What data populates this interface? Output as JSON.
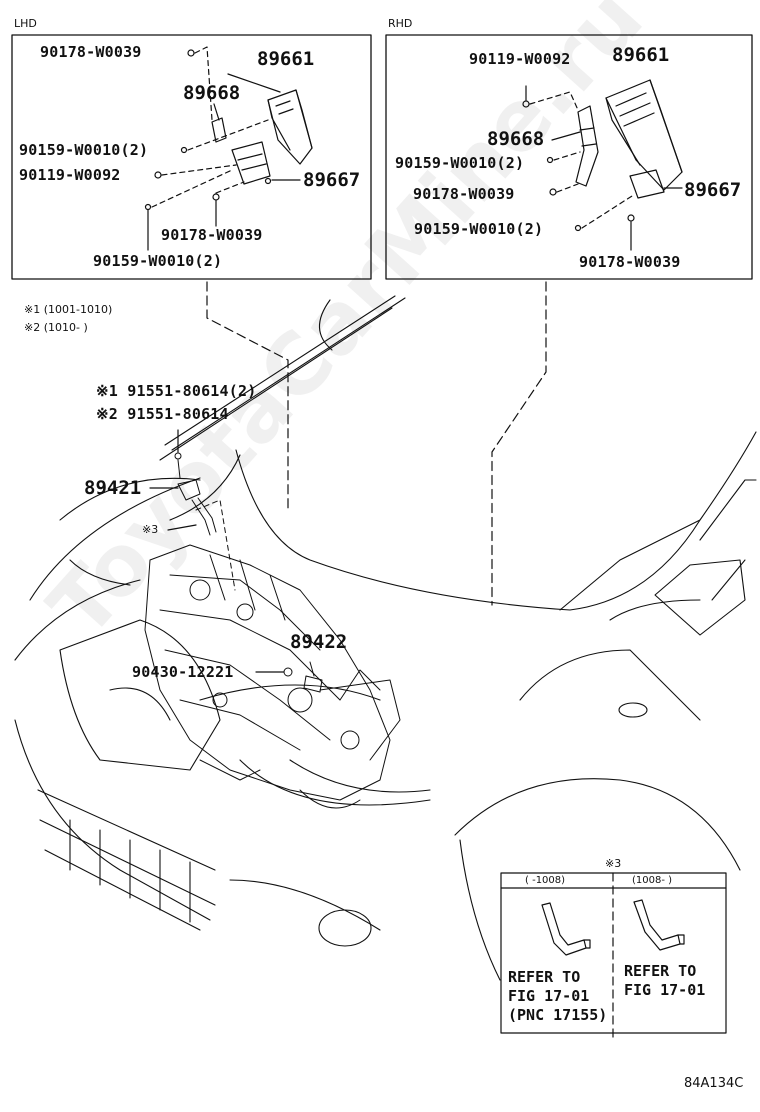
{
  "panels": {
    "lhd": {
      "title": "LHD",
      "labels": {
        "p90178_top": "90178-W0039",
        "p89661": "89661",
        "p89668": "89668",
        "p90159_a": "90159-W0010(2)",
        "p90119": "90119-W0092",
        "p89667": "89667",
        "p90178_bottom": "90178-W0039",
        "p90159_b": "90159-W0010(2)"
      }
    },
    "rhd": {
      "title": "RHD",
      "labels": {
        "p90119": "90119-W0092",
        "p89661": "89661",
        "p89668": "89668",
        "p90159_a": "90159-W0010(2)",
        "p90178_mid": "90178-W0039",
        "p89667": "89667",
        "p90159_b": "90159-W0010(2)",
        "p90178_bottom": "90178-W0039"
      }
    }
  },
  "notes": {
    "n1": "※1 (1001-1010)",
    "n2": "※2 (1010-      )"
  },
  "main": {
    "p91551_n1": "※1 91551-80614(2)",
    "p91551_n2": "※2 91551-80614",
    "p89421": "89421",
    "note3": "※3",
    "p89422": "89422",
    "p90430": "90430-12221"
  },
  "inset": {
    "title": "※3",
    "left_range": "(  -1008)",
    "right_range": "(1008-    )",
    "left_ref": [
      "REFER TO",
      "FIG 17-01",
      "(PNC 17155)"
    ],
    "right_ref": [
      "REFER TO",
      "FIG 17-01"
    ]
  },
  "code": "84A134C",
  "watermark": "ToyotaCarMine.ru"
}
